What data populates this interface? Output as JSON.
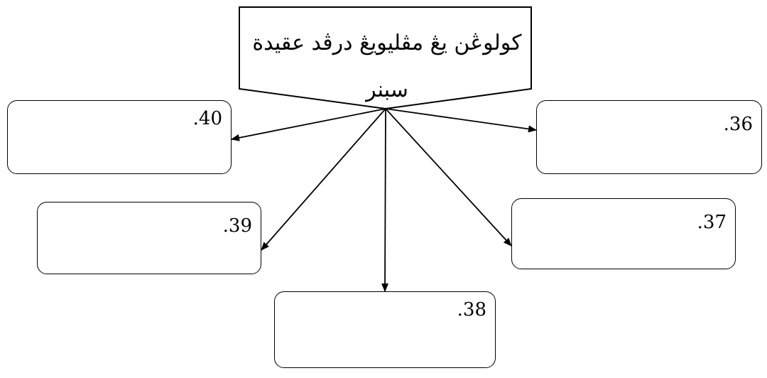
{
  "title": {
    "text": "كولوڠن يڠ مڤليويڠ درڤد عقيدة سبنر"
  },
  "boxes": [
    {
      "id": "40",
      "label": ".40"
    },
    {
      "id": "39",
      "label": ".39"
    },
    {
      "id": "38",
      "label": ".38"
    },
    {
      "id": "37",
      "label": ".37"
    },
    {
      "id": "36",
      "label": ".36"
    }
  ]
}
